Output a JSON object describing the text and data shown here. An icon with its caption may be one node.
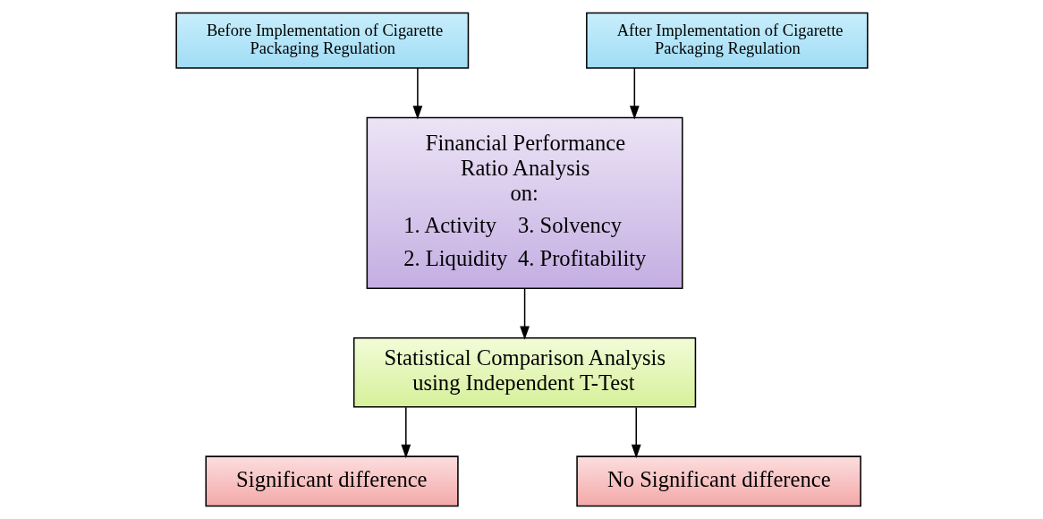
{
  "diagram": {
    "nodes": [
      {
        "text": [
          "Before Implementation of Cigarette Packaging Regulation"
        ]
      },
      {
        "text": [
          "After Implementation of Cigarette Packaging Regulation"
        ]
      },
      {
        "text": [
          "Financial Performance Ratio Analysis on:",
          "1. Activity",
          "3. Solvency",
          "2. Liquidity",
          "4. Profitability"
        ]
      },
      {
        "text": [
          "Statistical Comparison Analysis using Independent T-Test"
        ]
      },
      {
        "text": [
          "Significant difference"
        ]
      },
      {
        "text": [
          "No Significant difference"
        ]
      }
    ],
    "edges": [
      {
        "from": 0,
        "to": 2,
        "arrow": "to"
      },
      {
        "from": 1,
        "to": 2,
        "arrow": "to"
      },
      {
        "from": 2,
        "to": 3,
        "arrow": "to"
      },
      {
        "from": 3,
        "to": 4,
        "arrow": "to"
      },
      {
        "from": 3,
        "to": 5,
        "arrow": "to"
      }
    ]
  }
}
